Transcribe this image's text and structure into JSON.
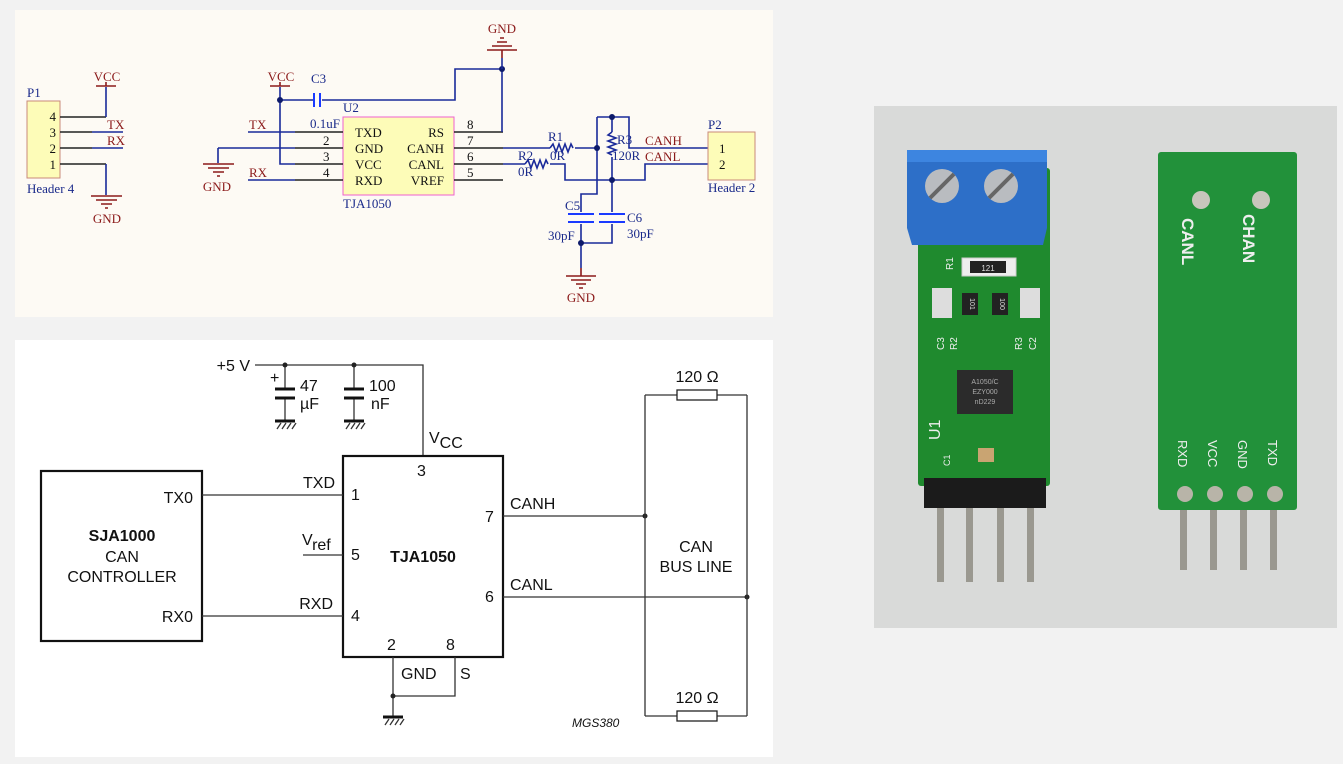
{
  "top_schematic": {
    "p1": {
      "ref": "P1",
      "name": "Header 4",
      "pins": [
        "4",
        "3",
        "2",
        "1"
      ]
    },
    "vcc": "VCC",
    "gnd": "GND",
    "tx": "TX",
    "rx": "RX",
    "c3": {
      "ref": "C3",
      "value": "0.1uF"
    },
    "u2": {
      "ref": "U2",
      "name": "TJA1050",
      "left_pins": [
        "TXD",
        "GND",
        "VCC",
        "RXD"
      ],
      "left_nums": [
        "1",
        "2",
        "3",
        "4"
      ],
      "right_pins": [
        "RS",
        "CANH",
        "CANL",
        "VREF"
      ],
      "right_nums": [
        "8",
        "7",
        "6",
        "5"
      ]
    },
    "r1": {
      "ref": "R1",
      "value": "0R"
    },
    "r2": {
      "ref": "R2",
      "value": "0R"
    },
    "r3": {
      "ref": "R3",
      "value": "120R"
    },
    "c5": {
      "ref": "C5",
      "value": "30pF"
    },
    "c6": {
      "ref": "C6",
      "value": "30pF"
    },
    "canh": "CANH",
    "canl": "CANL",
    "p2": {
      "ref": "P2",
      "name": "Header 2",
      "pins": [
        "1",
        "2"
      ]
    }
  },
  "bottom_schematic": {
    "supply": "+5 V",
    "cap1": {
      "plus": "+",
      "value": "47",
      "unit": "µF"
    },
    "cap2": {
      "value": "100",
      "unit": "nF"
    },
    "vcc": {
      "main": "V",
      "sub": "CC"
    },
    "controller": {
      "name": "SJA1000",
      "line1": "CAN",
      "line2": "CONTROLLER",
      "tx": "TX0",
      "rx": "RX0"
    },
    "transceiver": {
      "name": "TJA1050",
      "txd": "TXD",
      "rxd": "RXD",
      "vref_main": "V",
      "vref_sub": "ref",
      "pin1": "1",
      "pin3": "3",
      "pin4": "4",
      "pin5": "5",
      "pin6": "6",
      "pin7": "7",
      "pin2": "2",
      "pin8": "8",
      "gnd": "GND",
      "s": "S"
    },
    "canh": "CANH",
    "canl": "CANL",
    "bus": {
      "line1": "CAN",
      "line2": "BUS LINE",
      "r_top": "120 Ω",
      "r_bottom": "120 Ω"
    },
    "figure_code": "MGS380"
  },
  "photo": {
    "front": {
      "r1_code": "121",
      "r2_code": "101",
      "r3_code": "100",
      "labels": [
        "C3",
        "R2",
        "R3",
        "C2"
      ],
      "r1": "R1",
      "u1": "U1",
      "c1": "C1",
      "chip": [
        "A1050/C",
        "EZY000",
        "nD229"
      ]
    },
    "back": {
      "canl": "CANL",
      "chan": "CHAN",
      "pins": [
        "RXD",
        "VCC",
        "GND",
        "TXD"
      ]
    }
  }
}
